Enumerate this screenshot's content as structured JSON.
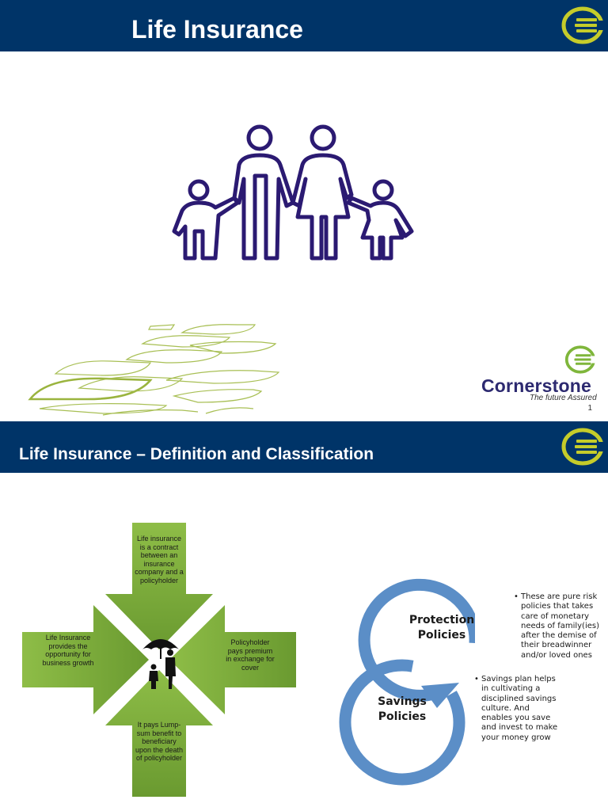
{
  "slide1": {
    "title": "Life Insurance",
    "brand": {
      "name": "Cornerstone",
      "tagline": "The future Assured"
    },
    "page_number": "1"
  },
  "slide2": {
    "title": "Life Insurance – Definition and Classification",
    "diagram": {
      "top": "Life insurance is a contract between an insurance company and a policyholder",
      "right": "Policyholder pays premium in exchange for cover",
      "bottom": "It pays Lump-sum benefit to beneficiary upon the death of policyholder",
      "left": "Life Insurance provides the opportunity for business growth"
    },
    "classification": {
      "protection_label_1": "Protection",
      "protection_label_2": "Policies",
      "savings_label_1": "Savings",
      "savings_label_2": "Policies",
      "protection_desc": "These are pure risk policies that takes care of monetary needs of family(ies) after the demise of their breadwinner and/or loved ones",
      "savings_desc": "Savings plan helps in cultivating a disciplined savings culture. And enables you save and invest to make your money grow"
    }
  },
  "colors": {
    "header": "#003468",
    "logo_green": "#c5cc2a",
    "family_icon": "#2b1a72",
    "arrow_green": "#7aa83a",
    "cycle_blue": "#5b8ec7"
  }
}
